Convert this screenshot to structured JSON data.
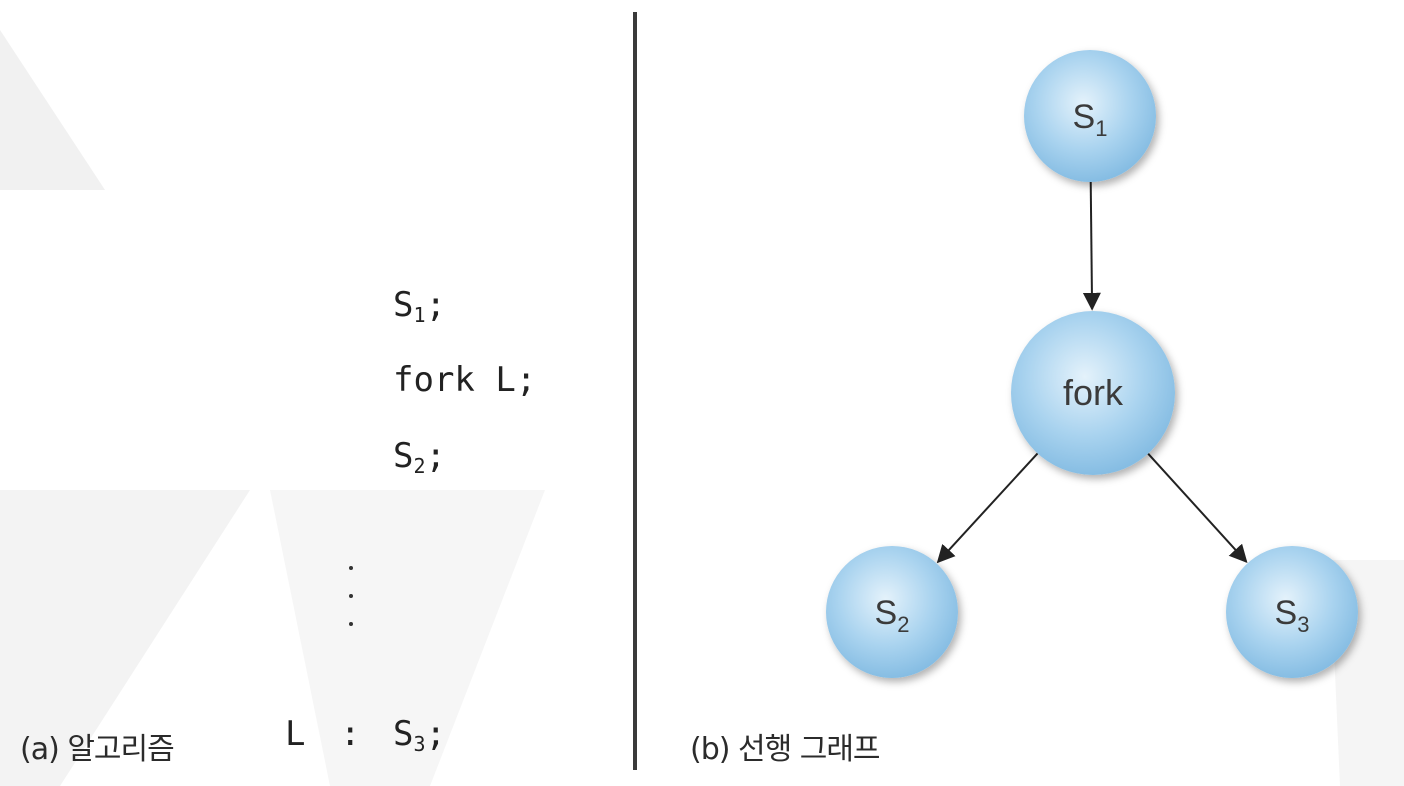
{
  "algorithm": {
    "caption": "(a) 알고리즘",
    "lines": [
      {
        "stmt": "S",
        "sub": "1",
        "suffix": ";"
      },
      {
        "stmt": "fork L;",
        "sub": "",
        "suffix": ""
      },
      {
        "stmt": "S",
        "sub": "2",
        "suffix": ";"
      }
    ],
    "label_line": {
      "label": "L",
      "colon": ":",
      "stmt": "S",
      "sub": "3",
      "suffix": ";"
    }
  },
  "graph": {
    "caption": "(b) 선행 그래프",
    "node_color": "#a9d3ef",
    "nodes": [
      {
        "id": "s1",
        "label": "S",
        "sub": "1"
      },
      {
        "id": "fork",
        "label": "fork",
        "sub": ""
      },
      {
        "id": "s2",
        "label": "S",
        "sub": "2"
      },
      {
        "id": "s3",
        "label": "S",
        "sub": "3"
      }
    ],
    "edges": [
      {
        "from": "s1",
        "to": "fork"
      },
      {
        "from": "fork",
        "to": "s2"
      },
      {
        "from": "fork",
        "to": "s3"
      }
    ]
  }
}
